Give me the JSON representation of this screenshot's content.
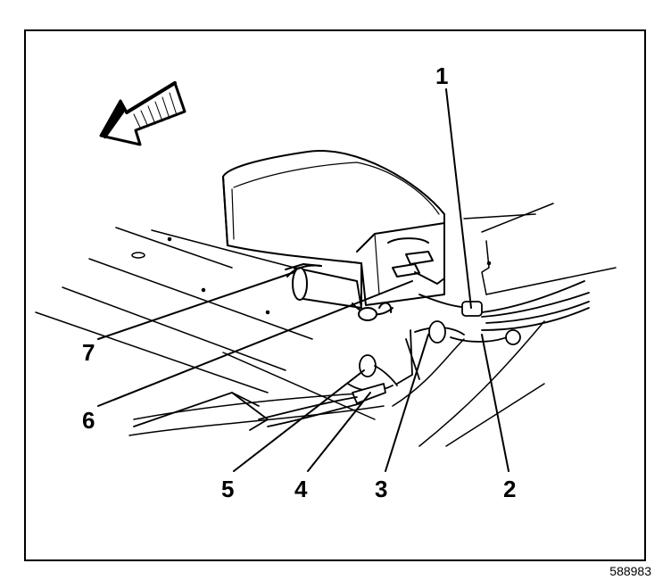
{
  "figure": {
    "figure_number": "588983",
    "callouts": [
      {
        "id": "1",
        "label": "1"
      },
      {
        "id": "2",
        "label": "2"
      },
      {
        "id": "3",
        "label": "3"
      },
      {
        "id": "4",
        "label": "4"
      },
      {
        "id": "5",
        "label": "5"
      },
      {
        "id": "6",
        "label": "6"
      },
      {
        "id": "7",
        "label": "7"
      }
    ],
    "direction_arrow": "front-of-vehicle-arrow-icon",
    "colors": {
      "ink": "#000000",
      "paper": "#ffffff"
    }
  }
}
